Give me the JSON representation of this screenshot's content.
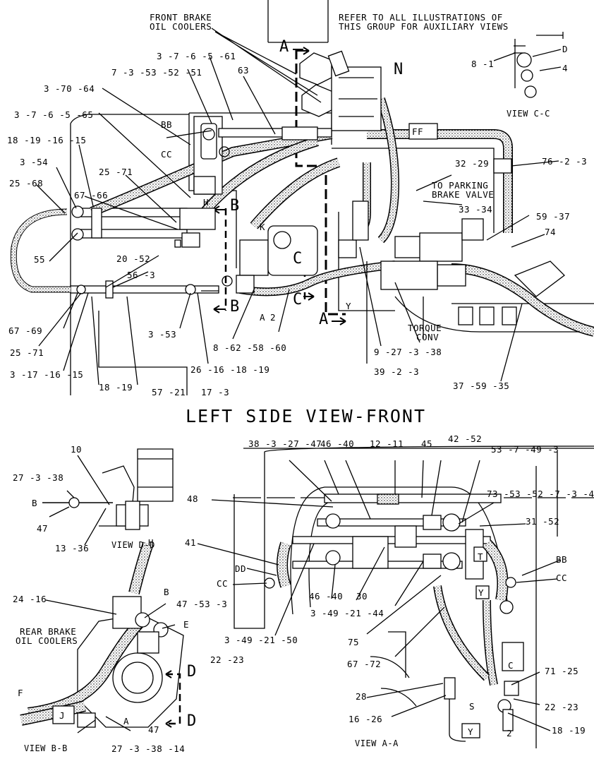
{
  "main_title": "LEFT SIDE VIEW-FRONT",
  "notes": {
    "front_brake": [
      "FRONT BRAKE",
      "OIL COOLERS"
    ],
    "refer": [
      "REFER TO ALL ILLUSTRATIONS OF",
      "THIS GROUP FOR AUXILIARY VIEWS"
    ],
    "to_parking": [
      "TO PARKING",
      "BRAKE VALVE"
    ],
    "torque": [
      "TORQUE",
      "CONV"
    ],
    "rear_brake": [
      "REAR BRAKE",
      "OIL COOLERS"
    ]
  },
  "views": {
    "cc": "VIEW C-C",
    "dd": "VIEW D-D",
    "bb": "VIEW B-B",
    "aa": "VIEW A-A"
  },
  "section_letters": {
    "a_top": "A",
    "a_bottom": "A",
    "b_top": "B",
    "b_bottom": "B",
    "c_top": "C",
    "c_bottom": "C",
    "d_top": "D",
    "d_bottom": "D",
    "n": "N"
  },
  "callouts": {
    "c_3_7_6_5_61": "3 -7 -6 -5 -61",
    "c_7_3_53_52_51": "7 -3 -53 -52 -51",
    "c_63": "63",
    "c_3_70_64": "3 -70 -64",
    "c_3_7_6_5_65": "3 -7 -6 -5 -65",
    "c_bb_top": "BB",
    "c_cc_top": "CC",
    "c_18_19_16_15": "18 -19 -16 -15",
    "c_3_54": "3 -54",
    "c_25_71_top": "25 -71",
    "c_25_68": "25 -68",
    "c_67_66": "67 -66",
    "c_55": "55",
    "c_20_52": "20 -52",
    "c_56_3": "56 -3",
    "c_67_69": "67 -69",
    "c_25_71_bot": "25 -71",
    "c_3_17_16_15": "3 -17 -16 -15",
    "c_18_19_left": "18 -19",
    "c_3_53": "3 -53",
    "c_57_21": "57 -21",
    "c_26_16_18_19": "26 -16 -18 -19",
    "c_17_3": "17 -3",
    "c_8_62_58_60": "8 -62 -58 -60",
    "c_A_small": "A",
    "c_2_top": "2",
    "c_9_27_3_38": "9 -27 -3 -38",
    "c_39_2_3": "39 -2 -3",
    "c_37_59_35": "37 -59 -35",
    "c_32_29": "32 -29",
    "c_33_34": "33 -34",
    "c_76_2_3": "76 -2 -3",
    "c_59_37": "59 -37",
    "c_74": "74",
    "c_8_1": "8 -1",
    "c_D_cc": "D",
    "c_4": "4",
    "c_FF": "FF",
    "c_H_top": "H",
    "c_K": "K",
    "c_Y_top": "Y",
    "c_10": "10",
    "c_27_3_38_dd": "27 -3 -38",
    "c_B_dd": "B",
    "c_47_dd": "47",
    "c_13_36": "13 -36",
    "c_H_bb": "H",
    "c_B_bb": "B",
    "c_24_16": "24 -16",
    "c_47_53_3": "47 -53 -3",
    "c_E": "E",
    "c_22_23_bb": "22 -23",
    "c_F": "F",
    "c_J": "J",
    "c_A_bb": "A",
    "c_47_bb": "47",
    "c_27_3_38_14": "27 -3 -38 -14",
    "c_38_3_27_47": "38 -3 -27 -47",
    "c_46_40_top": "46 -40",
    "c_12_11": "12 -11",
    "c_45": "45",
    "c_42_52": "42 -52",
    "c_53_7_49_3": "53 -7 -49 -3",
    "c_48": "48",
    "c_73_53_52_7_3_43": "73 -53 -52 -7 -3 -43",
    "c_31_52": "31 -52",
    "c_41": "41",
    "c_DD": "DD",
    "c_CC_left": "CC",
    "c_BB_aa": "BB",
    "c_CC_aa": "CC",
    "c_T": "T",
    "c_Y_aa": "Y",
    "c_46_40_bot": "46 -40",
    "c_30": "30",
    "c_3_49_21_44": "3 -49 -21 -44",
    "c_3_49_21_50": "3 -49 -21 -50",
    "c_75": "75",
    "c_67_72": "67 -72",
    "c_28": "28",
    "c_16_26": "16 -26",
    "c_71_25": "71 -25",
    "c_22_23_aa": "22 -23",
    "c_18_19_aa": "18 -19",
    "c_2_aa": "2",
    "c_S": "S",
    "c_Y_bottom": "Y",
    "c_C_aa": "C"
  }
}
